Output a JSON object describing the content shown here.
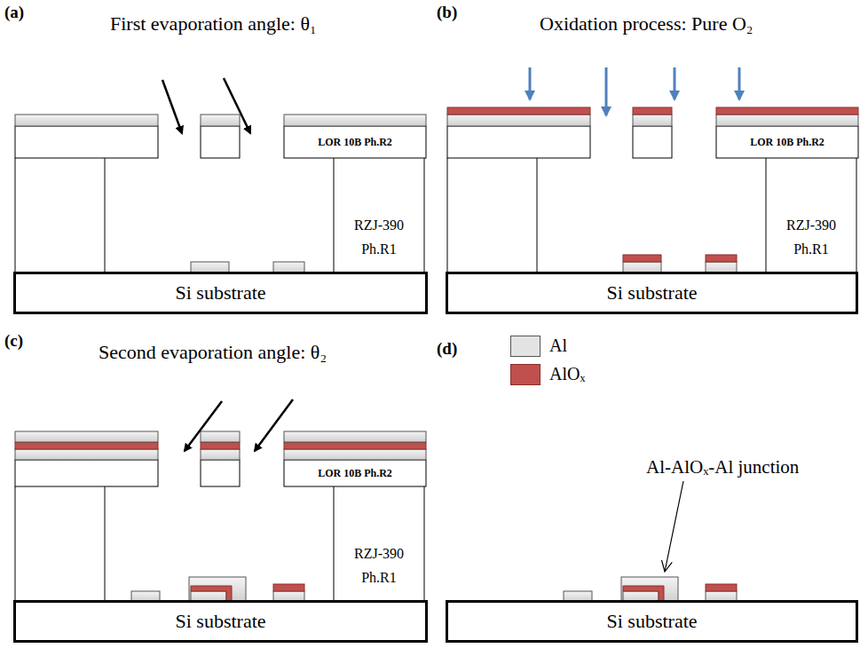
{
  "diagram": {
    "nodes": [
      {
        "text": [
          "LOR 10B Ph.R2"
        ]
      },
      {
        "text": [
          "RZJ-390 Ph.R1"
        ]
      },
      {
        "text": [
          "Si substrate"
        ]
      },
      {
        "text": [
          "LOR 10B Ph.R2"
        ]
      },
      {
        "text": [
          "RZJ-390 Ph.R1"
        ]
      },
      {
        "text": [
          "Si substrate"
        ]
      },
      {
        "text": [
          "LOR 10B Ph.R2"
        ]
      },
      {
        "text": [
          "RZJ-390 Ph.R1"
        ]
      },
      {
        "text": [
          "Si substrate"
        ]
      },
      {
        "text": [
          "Si substrate"
        ]
      }
    ],
    "labels": [
      "(a)",
      "First evaporation angle: θ₁",
      "(b)",
      "Oxidation process: Pure O₂",
      "(c)",
      "Second evaporation angle: θ₂",
      "(d)",
      "Al-AlOₓ-Al junction"
    ],
    "legend": [
      {
        "text": "Al",
        "color": "#e3e3e3"
      },
      {
        "text": "AlOₓ",
        "color": "#c0504d"
      }
    ]
  }
}
